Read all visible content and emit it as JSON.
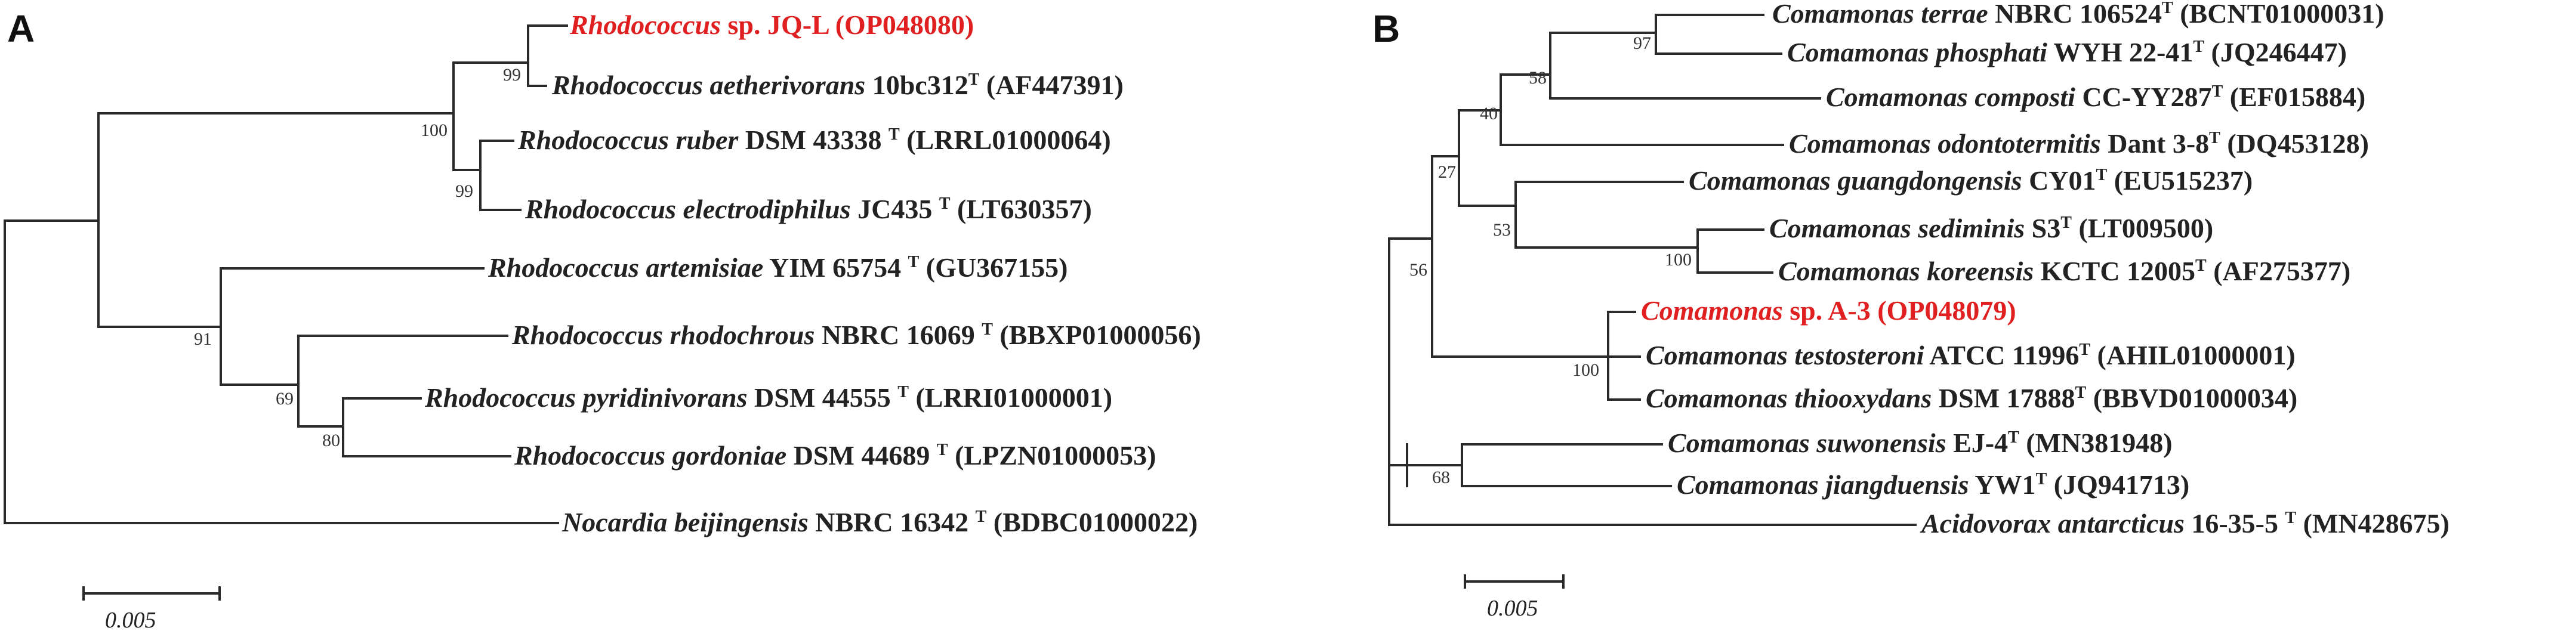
{
  "panels": {
    "a": {
      "label": "A",
      "scale_label": "0.005",
      "leaves": [
        {
          "species": "Rhodococcus",
          "rest": " sp. JQ-L (OP048080)",
          "sup": "",
          "acc": "",
          "highlight": true
        },
        {
          "species": "Rhodococcus aetherivorans",
          "rest": " 10bc312",
          "sup": "T",
          "acc": " (AF447391)",
          "highlight": false
        },
        {
          "species": "Rhodococcus ruber",
          "rest": " DSM 43338 ",
          "sup": "T",
          "acc": " (LRRL01000064)",
          "highlight": false
        },
        {
          "species": "Rhodococcus electrodiphilus",
          "rest": " JC435 ",
          "sup": "T",
          "acc": " (LT630357)",
          "highlight": false
        },
        {
          "species": "Rhodococcus artemisiae",
          "rest": " YIM 65754 ",
          "sup": "T",
          "acc": " (GU367155)",
          "highlight": false
        },
        {
          "species": "Rhodococcus rhodochrous",
          "rest": " NBRC 16069 ",
          "sup": "T",
          "acc": " (BBXP01000056)",
          "highlight": false
        },
        {
          "species": "Rhodococcus pyridinivorans",
          "rest": " DSM 44555 ",
          "sup": "T",
          "acc": " (LRRI01000001)",
          "highlight": false
        },
        {
          "species": "Rhodococcus gordoniae",
          "rest": " DSM 44689 ",
          "sup": "T",
          "acc": " (LPZN01000053)",
          "highlight": false
        },
        {
          "species": "Nocardia beijingensis",
          "rest": " NBRC 16342 ",
          "sup": "T",
          "acc": " (BDBC01000022)",
          "highlight": false
        }
      ],
      "supports": [
        "99",
        "100",
        "99",
        "91",
        "69",
        "80"
      ]
    },
    "b": {
      "label": "B",
      "scale_label": "0.005",
      "leaves": [
        {
          "species": "Comamonas terrae",
          "rest": " NBRC 106524",
          "sup": "T",
          "acc": " (BCNT01000031)",
          "highlight": false
        },
        {
          "species": "Comamonas phosphati",
          "rest": " WYH 22-41",
          "sup": "T",
          "acc": " (JQ246447)",
          "highlight": false
        },
        {
          "species": "Comamonas composti",
          "rest": " CC-YY287",
          "sup": "T",
          "acc": " (EF015884)",
          "highlight": false
        },
        {
          "species": "Comamonas odontotermitis",
          "rest": " Dant 3-8",
          "sup": "T",
          "acc": " (DQ453128)",
          "highlight": false
        },
        {
          "species": "Comamonas guangdongensis",
          "rest": " CY01",
          "sup": "T",
          "acc": " (EU515237)",
          "highlight": false
        },
        {
          "species": "Comamonas sediminis",
          "rest": " S3",
          "sup": "T",
          "acc": " (LT009500)",
          "highlight": false
        },
        {
          "species": "Comamonas koreensis",
          "rest": " KCTC 12005",
          "sup": "T",
          "acc": " (AF275377)",
          "highlight": false
        },
        {
          "species": "Comamonas",
          "rest": " sp. A-3 (OP048079)",
          "sup": "",
          "acc": "",
          "highlight": true
        },
        {
          "species": "Comamonas testosteroni",
          "rest": " ATCC 11996",
          "sup": "T",
          "acc": " (AHIL01000001)",
          "highlight": false
        },
        {
          "species": "Comamonas thiooxydans",
          "rest": " DSM 17888",
          "sup": "T",
          "acc": " (BBVD01000034)",
          "highlight": false
        },
        {
          "species": "Comamonas suwonensis",
          "rest": " EJ-4",
          "sup": "T",
          "acc": " (MN381948)",
          "highlight": false
        },
        {
          "species": "Comamonas jiangduensis",
          "rest": " YW1",
          "sup": "T",
          "acc": " (JQ941713)",
          "highlight": false
        },
        {
          "species": "Acidovorax antarcticus",
          "rest": " 16-35-5 ",
          "sup": "T",
          "acc": " (MN428675)",
          "highlight": false
        }
      ],
      "supports": [
        "97",
        "58",
        "40",
        "27",
        "53",
        "100",
        "56",
        "100",
        "68"
      ]
    }
  }
}
